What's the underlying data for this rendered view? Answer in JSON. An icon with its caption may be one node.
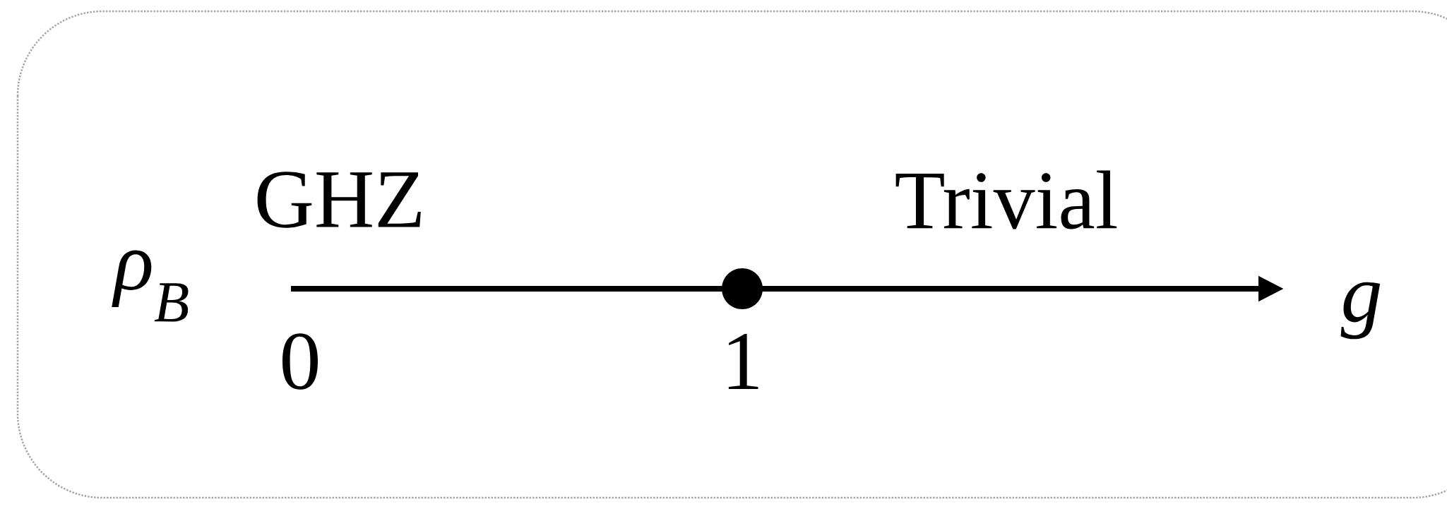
{
  "diagram": {
    "labels": [
      "ρ$_{B}$",
      "GHZ",
      "Trivial",
      "0",
      "1",
      "g"
    ]
  }
}
